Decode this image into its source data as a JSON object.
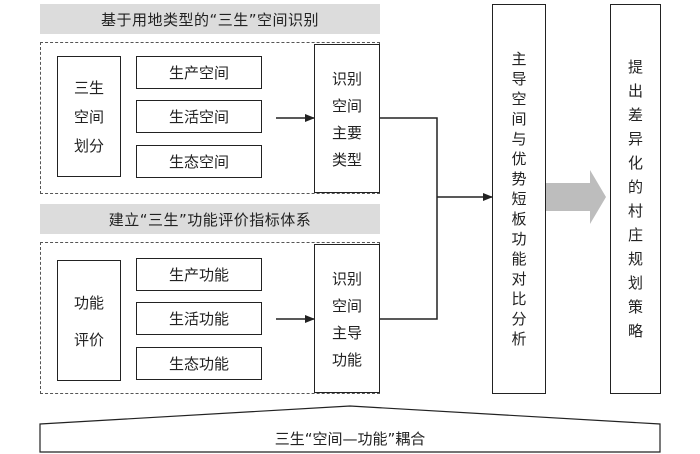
{
  "top_section": {
    "header": "基于用地类型的“三生”空间识别",
    "left_label": [
      "三生",
      "空间",
      "划分"
    ],
    "items": [
      "生产空间",
      "生活空间",
      "生态空间"
    ],
    "result": [
      "识别",
      "空间",
      "主要",
      "类型"
    ]
  },
  "bottom_section": {
    "header": "建立“三生”功能评价指标体系",
    "left_label": [
      "功能",
      "评价"
    ],
    "items": [
      "生产功能",
      "生活功能",
      "生态功能"
    ],
    "result": [
      "识别",
      "空间",
      "主导",
      "功能"
    ]
  },
  "analysis_box": [
    "主",
    "导",
    "空",
    "间",
    "与",
    "优",
    "势",
    "短",
    "板",
    "功",
    "能",
    "对",
    "比",
    "分",
    "析"
  ],
  "strategy_box": [
    "提",
    "出",
    "差",
    "异",
    "化",
    "的",
    "村",
    "庄",
    "规",
    "划",
    "策",
    "略"
  ],
  "footer": "三生“空间—功能”耦合",
  "colors": {
    "header_bg": "#dcdcdc",
    "big_arrow": "#bdbdbd",
    "line": "#222222"
  }
}
